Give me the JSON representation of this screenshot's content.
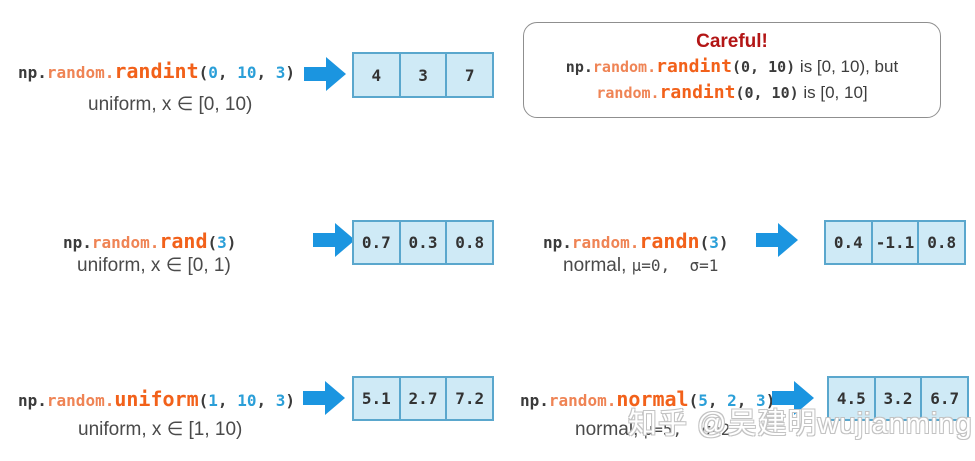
{
  "colors": {
    "arrow_blue": "#1b95e0",
    "function_orange": "#f2611a",
    "module_orange": "#ef8455",
    "number_blue": "#2b9fd8",
    "careful_red": "#b31616",
    "cell_background": "#cfeaf6",
    "cell_border": "#5aa7cd"
  },
  "punct": {
    "open": "(",
    "comma": ", ",
    "close": ")"
  },
  "watermark": "知乎 @吴建明wujianming",
  "careful_box": {
    "title": "Careful!",
    "line1": {
      "np": "np.",
      "module": "random.",
      "func": "randint",
      "args": "(0, 10)",
      "rest": " is [0, 10), but"
    },
    "line2": {
      "module": "random.",
      "func": "randint",
      "args": "(0, 10)",
      "rest": " is [0, 10]"
    }
  },
  "blocks": [
    {
      "name": "randint",
      "code": {
        "np": "np.",
        "module": "random.",
        "func": "randint",
        "args": [
          "0",
          "10",
          "3"
        ]
      },
      "caption": {
        "text": "uniform, x ∈ [0, 10)",
        "math": ""
      },
      "cells": [
        "4",
        "3",
        "7"
      ]
    },
    {
      "name": "rand",
      "code": {
        "np": "np.",
        "module": "random.",
        "func": "rand",
        "args": [
          "3"
        ]
      },
      "caption": {
        "text": "uniform, x ∈ [0, 1)",
        "math": ""
      },
      "cells": [
        "0.7",
        "0.3",
        "0.8"
      ]
    },
    {
      "name": "randn",
      "code": {
        "np": "np.",
        "module": "random.",
        "func": "randn",
        "args": [
          "3"
        ]
      },
      "caption": {
        "text": "normal, ",
        "math": "μ=0,  σ=1"
      },
      "cells": [
        "0.4",
        "-1.1",
        "0.8"
      ]
    },
    {
      "name": "uniform",
      "code": {
        "np": "np.",
        "module": "random.",
        "func": "uniform",
        "args": [
          "1",
          "10",
          "3"
        ]
      },
      "caption": {
        "text": "uniform, x ∈ [1, 10)",
        "math": ""
      },
      "cells": [
        "5.1",
        "2.7",
        "7.2"
      ]
    },
    {
      "name": "normal",
      "code": {
        "np": "np.",
        "module": "random.",
        "func": "normal",
        "args": [
          "5",
          "2",
          "3"
        ]
      },
      "caption": {
        "text": "normal, ",
        "math": "μ=5,  σ=2"
      },
      "cells": [
        "4.5",
        "3.2",
        "6.7"
      ]
    }
  ]
}
